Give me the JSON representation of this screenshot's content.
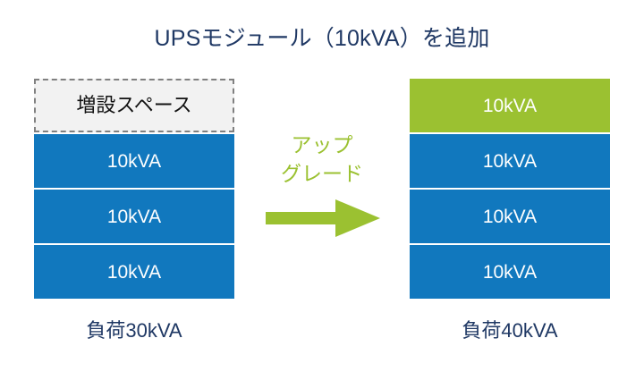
{
  "title": "UPSモジュール（10kVA）を追加",
  "colors": {
    "title_text": "#1F3864",
    "module_blue": "#1178BE",
    "module_green": "#9BC131",
    "spare_fill": "#F2F2F2",
    "spare_border": "#808080",
    "arrow": "#9BC131",
    "background": "#FFFFFF"
  },
  "left_stack": {
    "modules": [
      {
        "label": "増設スペース",
        "style": "spare"
      },
      {
        "label": "10kVA",
        "style": "blue"
      },
      {
        "label": "10kVA",
        "style": "blue"
      },
      {
        "label": "10kVA",
        "style": "blue"
      }
    ],
    "load_label": "負荷30kVA"
  },
  "right_stack": {
    "modules": [
      {
        "label": "10kVA",
        "style": "green"
      },
      {
        "label": "10kVA",
        "style": "blue"
      },
      {
        "label": "10kVA",
        "style": "blue"
      },
      {
        "label": "10kVA",
        "style": "blue"
      }
    ],
    "load_label": "負荷40kVA"
  },
  "upgrade": {
    "line1": "アップ",
    "line2": "グレード",
    "arrow_icon": "arrow-right-icon"
  }
}
